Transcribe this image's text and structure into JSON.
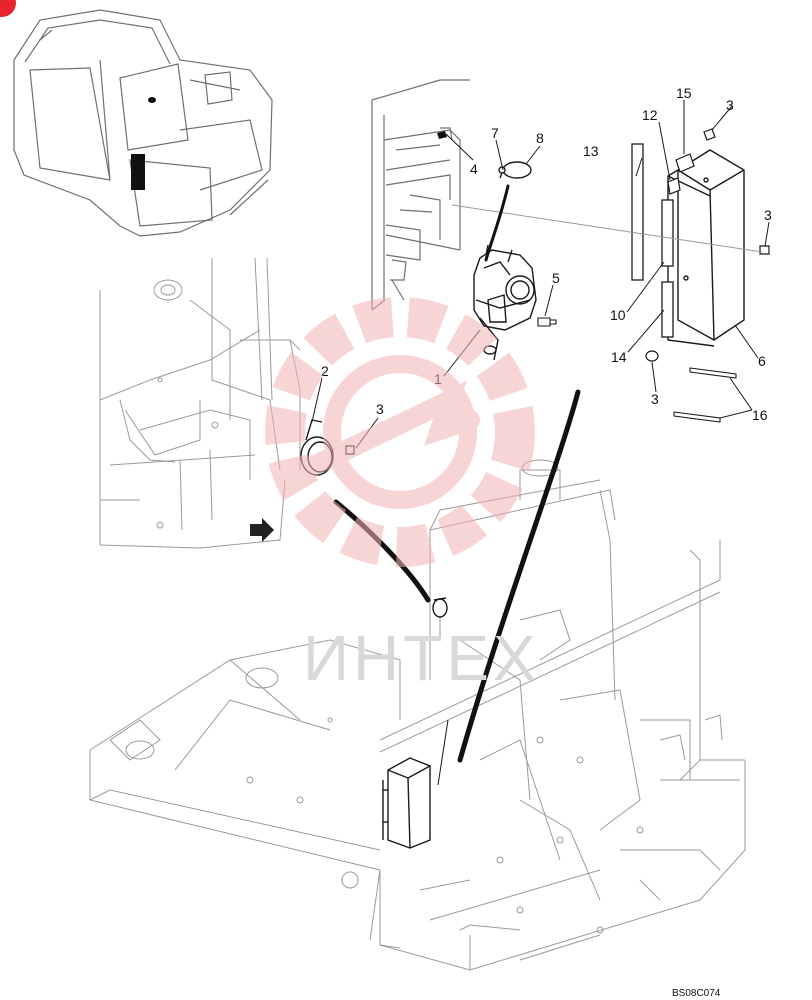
{
  "drawing_code": "BS08C074",
  "watermark_text": "ИНТЕХ",
  "accent_color": "#e8242c",
  "watermark_color": "#f4b3b3",
  "callouts": [
    {
      "id": "c1",
      "label": "1"
    },
    {
      "id": "c2",
      "label": "2"
    },
    {
      "id": "c3a",
      "label": "3"
    },
    {
      "id": "c3b",
      "label": "3"
    },
    {
      "id": "c3c",
      "label": "3"
    },
    {
      "id": "c3d",
      "label": "3"
    },
    {
      "id": "c4",
      "label": "4"
    },
    {
      "id": "c5",
      "label": "5"
    },
    {
      "id": "c6",
      "label": "6"
    },
    {
      "id": "c7",
      "label": "7"
    },
    {
      "id": "c8",
      "label": "8"
    },
    {
      "id": "c10",
      "label": "10"
    },
    {
      "id": "c12",
      "label": "12"
    },
    {
      "id": "c13",
      "label": "13"
    },
    {
      "id": "c14",
      "label": "14"
    },
    {
      "id": "c15",
      "label": "15"
    },
    {
      "id": "c16",
      "label": "16"
    }
  ]
}
